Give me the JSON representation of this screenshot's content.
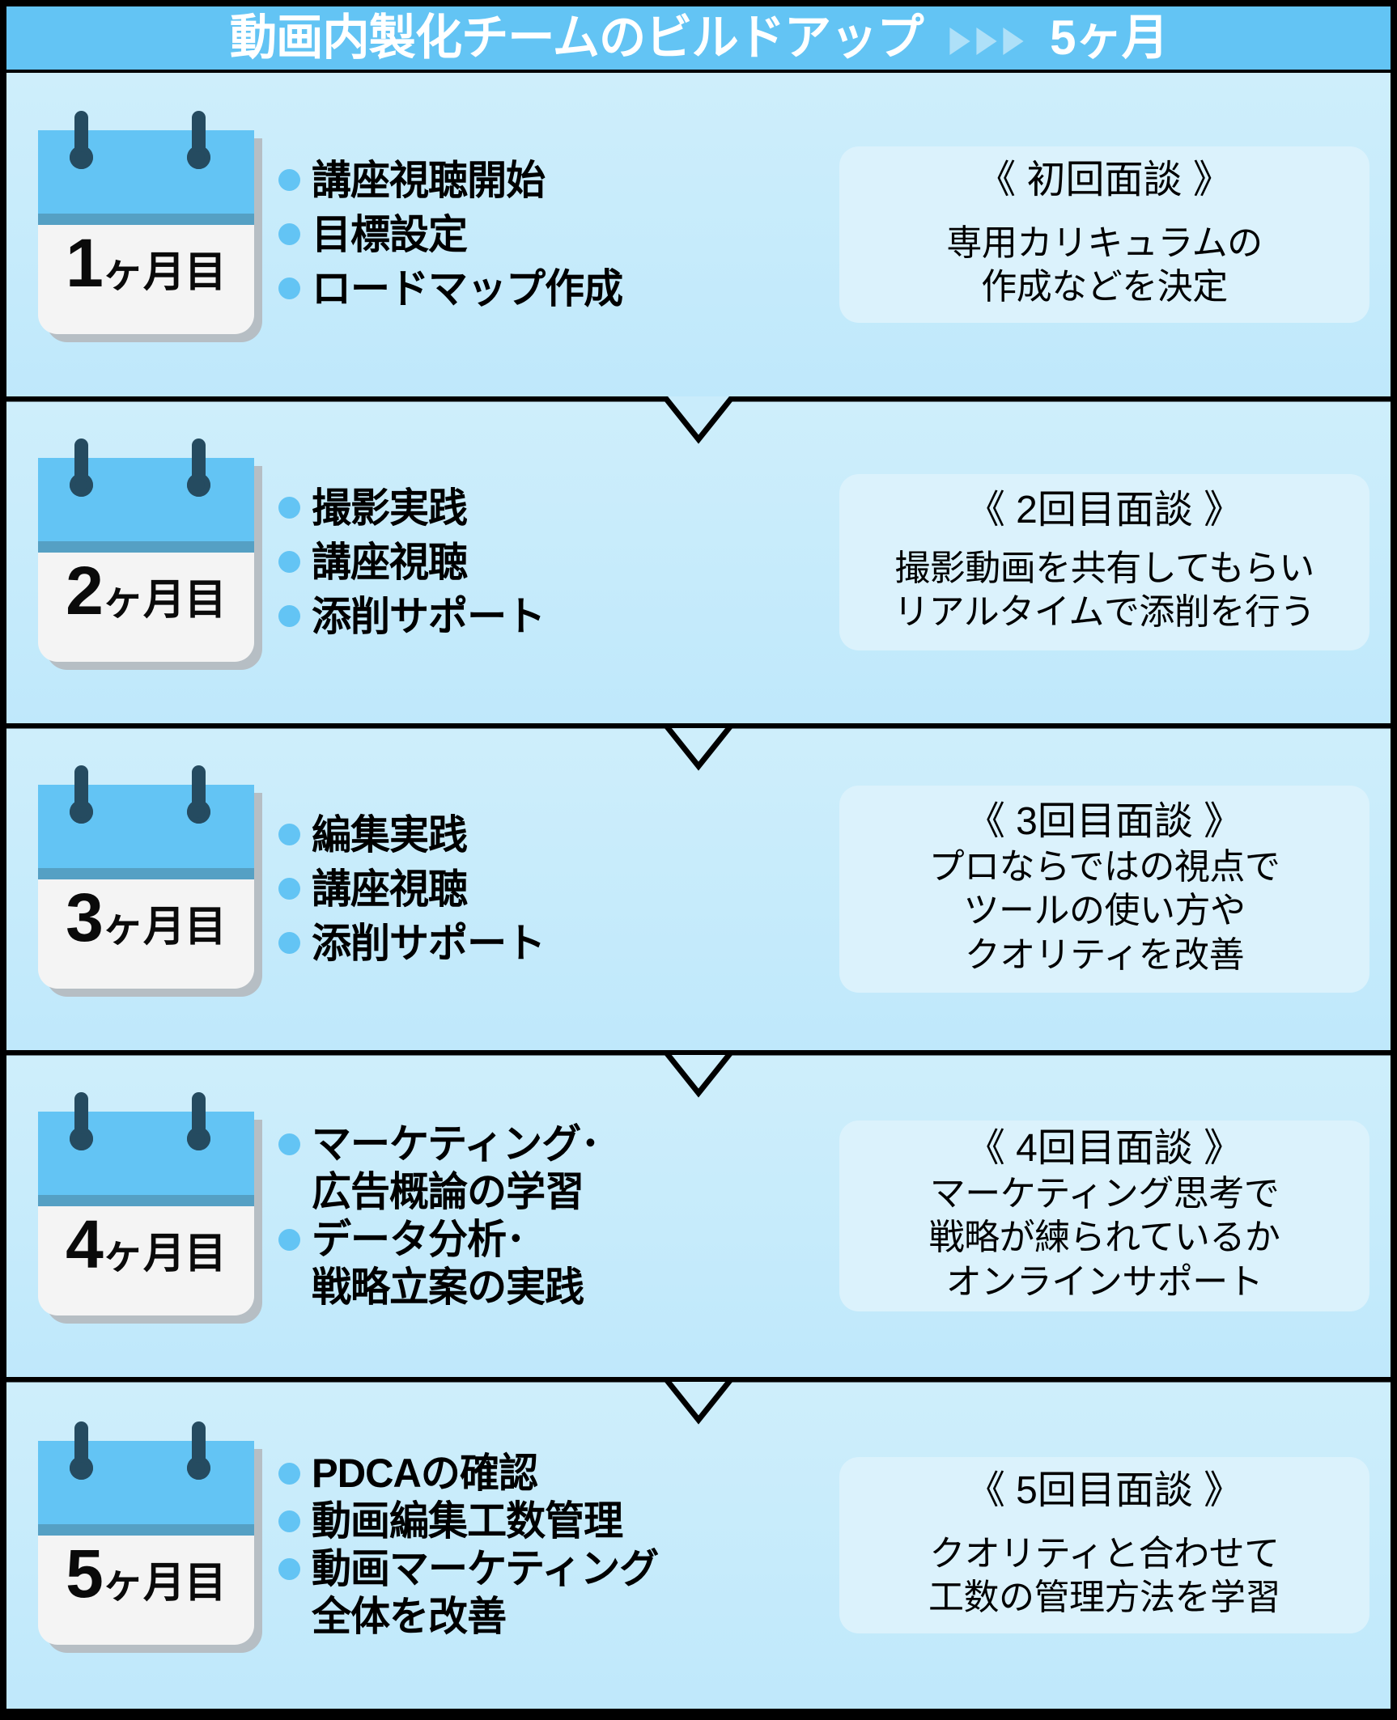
{
  "header": {
    "title_main": "動画内製化チームのビルドアップ",
    "arrow_icon": "triangle-right-icon",
    "arrow_count": 3,
    "duration": "5ヶ月"
  },
  "colors": {
    "accent": "#63C4F4",
    "row_background": "#C9ECFB",
    "note_background": "#DBF2FC",
    "calendar_body": "#F4F4F4",
    "calendar_stripe": "#55A0C4",
    "pin": "#254B60",
    "frame": "#000000"
  },
  "rows": [
    {
      "month_number": "1",
      "month_suffix": "ヶ月目",
      "bullets": [
        "講座視聴開始",
        "目標設定",
        "ロードマップ作成"
      ],
      "note_title": "《 初回面談 》",
      "note_body": "専用カリキュラムの\n作成などを決定"
    },
    {
      "month_number": "2",
      "month_suffix": "ヶ月目",
      "bullets": [
        "撮影実践",
        "講座視聴",
        "添削サポート"
      ],
      "note_title": "《 2回目面談 》",
      "note_body": "撮影動画を共有してもらい\nリアルタイムで添削を行う"
    },
    {
      "month_number": "3",
      "month_suffix": "ヶ月目",
      "bullets": [
        "編集実践",
        "講座視聴",
        "添削サポート"
      ],
      "note_title": "《 3回目面談 》",
      "note_body": "プロならではの視点で\nツールの使い方や\nクオリティを改善"
    },
    {
      "month_number": "4",
      "month_suffix": "ヶ月目",
      "bullets": [
        "マーケティング･\n広告概論の学習",
        "データ分析･\n戦略立案の実践"
      ],
      "note_title": "《 4回目面談 》",
      "note_body": "マーケティング思考で\n戦略が練られているか\nオンラインサポート"
    },
    {
      "month_number": "5",
      "month_suffix": "ヶ月目",
      "bullets": [
        "PDCAの確認",
        "動画編集工数管理",
        "動画マーケティング\n全体を改善"
      ],
      "note_title": "《 5回目面談 》",
      "note_body": "クオリティと合わせて\n工数の管理方法を学習"
    }
  ]
}
